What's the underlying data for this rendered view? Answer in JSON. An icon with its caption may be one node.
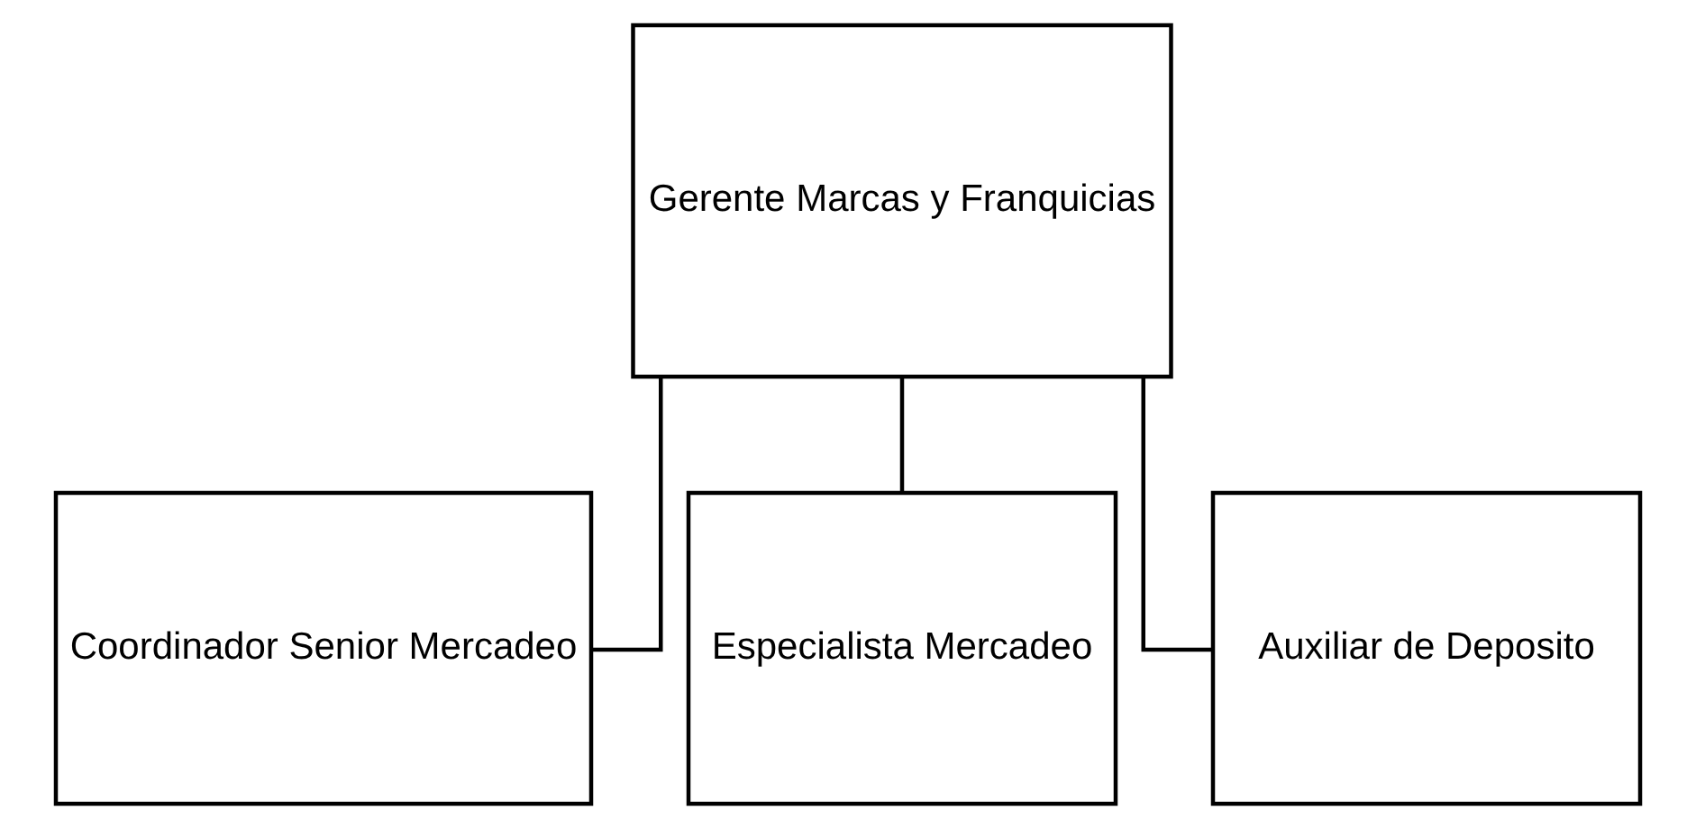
{
  "diagram": {
    "nodes": [
      {
        "text": [
          "Gerente Marcas y Franquicias"
        ]
      },
      {
        "text": [
          "Coordinador Senior Mercadeo"
        ]
      },
      {
        "text": [
          "Especialista Mercadeo"
        ]
      },
      {
        "text": [
          "Auxiliar de Deposito"
        ]
      }
    ],
    "edges": [
      {
        "from": 0,
        "to": 1,
        "arrow": "none"
      },
      {
        "from": 0,
        "to": 2,
        "arrow": "none"
      },
      {
        "from": 0,
        "to": 3,
        "arrow": "none"
      }
    ]
  }
}
